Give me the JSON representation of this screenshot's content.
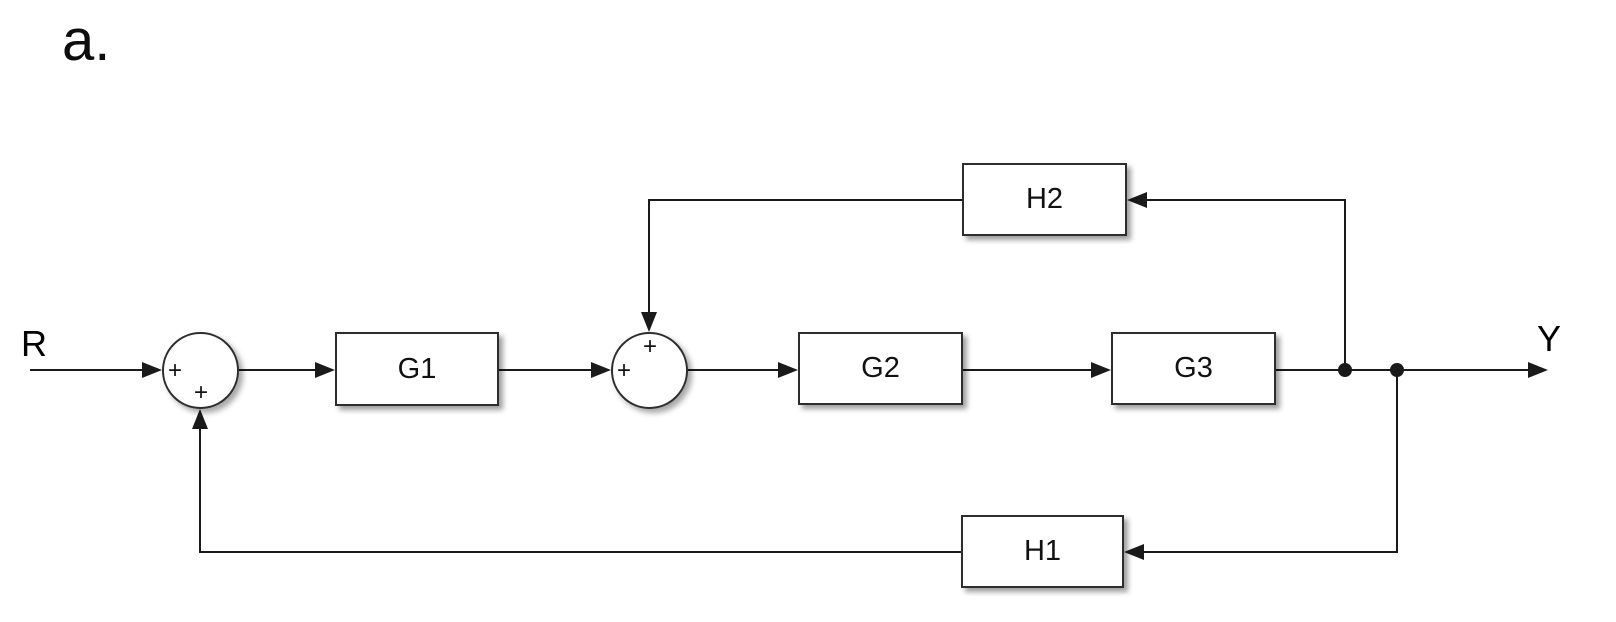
{
  "figure_label": "a.",
  "diagram": {
    "input_label": "R",
    "output_label": "Y",
    "blocks": {
      "g1": {
        "label": "G1"
      },
      "g2": {
        "label": "G2"
      },
      "g3": {
        "label": "G3"
      },
      "h2": {
        "label": "H2"
      },
      "h1": {
        "label": "H1"
      }
    },
    "sum1": {
      "sign_left": "+",
      "sign_bottom": "+"
    },
    "sum2": {
      "sign_left": "+",
      "sign_top": "+"
    },
    "connections": [
      {
        "from": "R",
        "to": "sum1",
        "sign": "+"
      },
      {
        "from": "sum1",
        "to": "G1"
      },
      {
        "from": "G1",
        "to": "sum2",
        "sign": "+"
      },
      {
        "from": "sum2",
        "to": "G2"
      },
      {
        "from": "G2",
        "to": "G3"
      },
      {
        "from": "G3",
        "to": "Y"
      },
      {
        "from": "output-pickoff-1",
        "to": "H2"
      },
      {
        "from": "H2",
        "to": "sum2",
        "sign": "+"
      },
      {
        "from": "output-pickoff-2",
        "to": "H1"
      },
      {
        "from": "H1",
        "to": "sum1",
        "sign": "+"
      }
    ],
    "colors": {
      "line": "#1a1a1a",
      "block_border": "#2d2d2d",
      "block_fill": "#ffffff",
      "background": "#ffffff",
      "text": "#000000"
    }
  }
}
